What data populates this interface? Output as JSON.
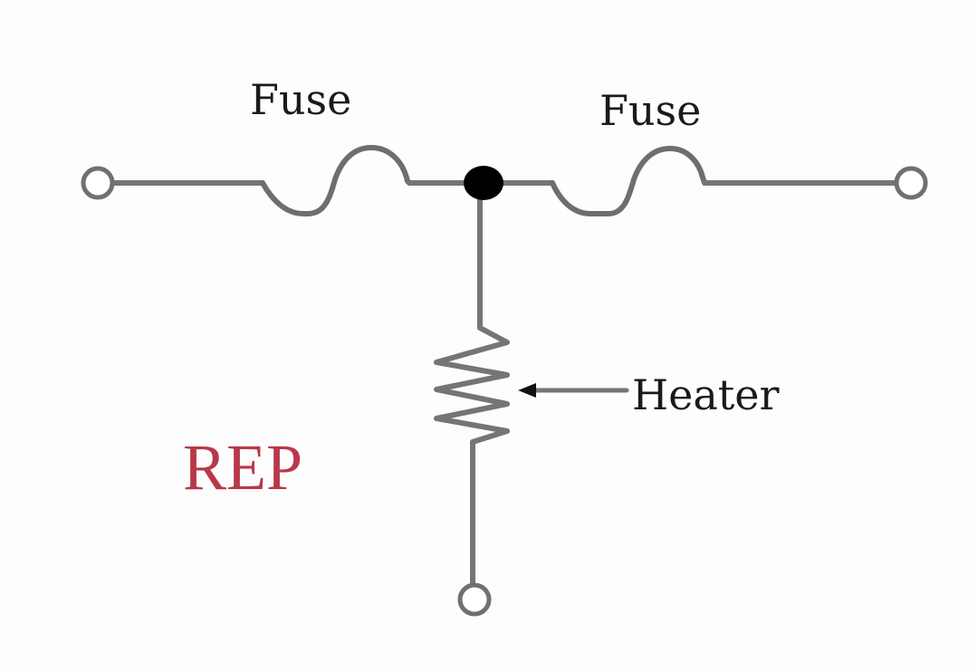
{
  "diagram": {
    "title": "REP",
    "components": [
      {
        "id": "fuse-left",
        "type": "fuse",
        "label": "Fuse"
      },
      {
        "id": "fuse-right",
        "type": "fuse",
        "label": "Fuse"
      },
      {
        "id": "heater",
        "type": "resistor",
        "label": "Heater"
      }
    ],
    "nodes": [
      {
        "id": "terminal-left",
        "type": "open-terminal"
      },
      {
        "id": "terminal-right",
        "type": "open-terminal"
      },
      {
        "id": "terminal-bottom",
        "type": "open-terminal"
      },
      {
        "id": "junction-center",
        "type": "junction"
      }
    ],
    "connections": [
      [
        "terminal-left",
        "fuse-left"
      ],
      [
        "fuse-left",
        "junction-center"
      ],
      [
        "junction-center",
        "fuse-right"
      ],
      [
        "fuse-right",
        "terminal-right"
      ],
      [
        "junction-center",
        "heater"
      ],
      [
        "heater",
        "terminal-bottom"
      ]
    ],
    "labels": {
      "fuse_left": "Fuse",
      "fuse_right": "Fuse",
      "heater": "Heater",
      "rep": "REP"
    },
    "colors": {
      "wire": "#757575",
      "junction": "#000000",
      "rep_text": "#b8384a",
      "label_text": "#1a1a1a"
    }
  }
}
